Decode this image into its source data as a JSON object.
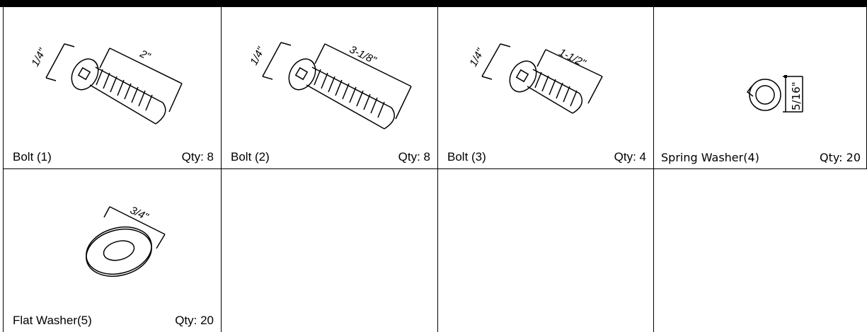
{
  "parts": [
    {
      "name": "Bolt (1)",
      "qty": "Qty: 8",
      "dim_diameter": "1/4\"",
      "dim_length": "2\""
    },
    {
      "name": "Bolt (2)",
      "qty": "Qty: 8",
      "dim_diameter": "1/4\"",
      "dim_length": "3-1/8\""
    },
    {
      "name": "Bolt (3)",
      "qty": "Qty: 4",
      "dim_diameter": "1/4\"",
      "dim_length": "1-1/2\""
    },
    {
      "name": "Spring Washer(4)",
      "qty": "Qty: 20",
      "dim_size": "5/16\""
    },
    {
      "name": "Flat Washer(5)",
      "qty": "Qty: 20",
      "dim_size": "3/4\""
    }
  ]
}
